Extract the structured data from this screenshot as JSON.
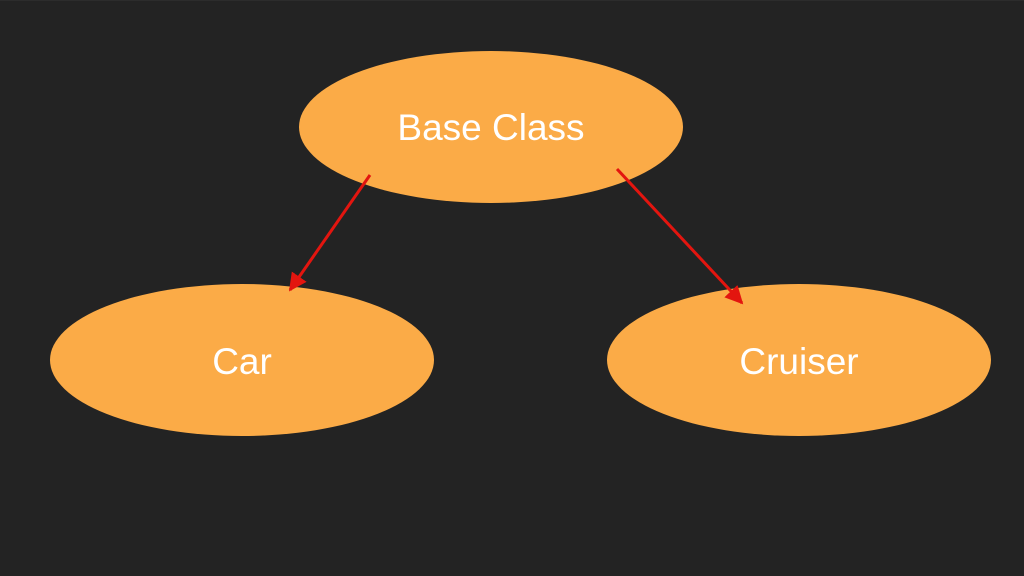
{
  "diagram": {
    "nodes": [
      {
        "id": "base",
        "label": "Base Class"
      },
      {
        "id": "car",
        "label": "Car"
      },
      {
        "id": "cruiser",
        "label": "Cruiser"
      }
    ],
    "edges": [
      {
        "from": "Base Class",
        "to": "Car"
      },
      {
        "from": "Base Class",
        "to": "Cruiser"
      }
    ]
  },
  "colors": {
    "background": "#232323",
    "node_fill": "#fbab47",
    "arrow": "#e3150f",
    "label": "#ffffff"
  }
}
